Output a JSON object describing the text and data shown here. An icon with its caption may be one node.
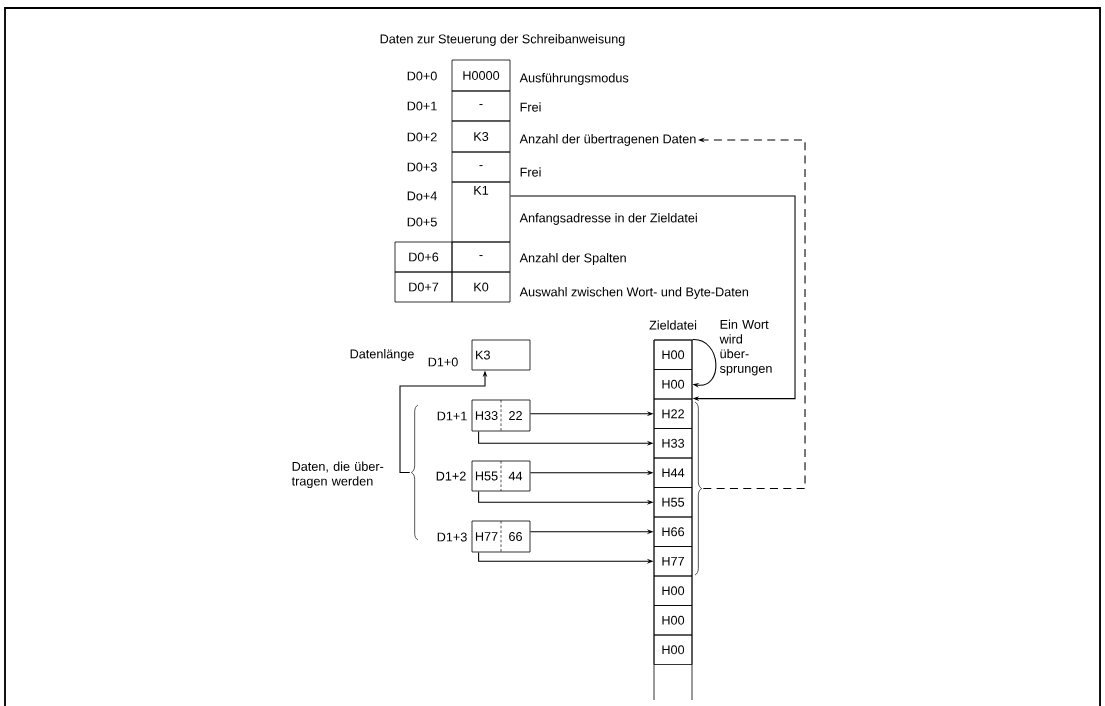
{
  "diagram": {
    "title": "Daten zur Steuerung der Schreibanweisung",
    "nodes": [
      {
        "text": [
          "H0000"
        ],
        "beside": [
          "D0+0"
        ]
      },
      {
        "text": [
          "-"
        ],
        "beside": [
          "D0+1"
        ]
      },
      {
        "text": [
          "K3"
        ],
        "beside": [
          "D0+2"
        ]
      },
      {
        "text": [
          "Anzahl der übertragenen Daten"
        ]
      },
      {
        "text": [
          "-"
        ],
        "beside": [
          "D0+3"
        ]
      },
      {
        "text": [
          "K1"
        ],
        "beside": [
          "Do+4",
          "D0+5"
        ]
      },
      {
        "text": [
          "D0+6"
        ]
      },
      {
        "text": [
          "-"
        ]
      },
      {
        "text": [
          "D0+7"
        ]
      },
      {
        "text": [
          "K0"
        ]
      },
      {
        "text": [
          "Zieldatei"
        ]
      },
      {
        "text": [
          "H00"
        ],
        "in": 10
      },
      {
        "text": [
          "H00"
        ],
        "in": 10
      },
      {
        "text": [
          "H22"
        ],
        "in": 10
      },
      {
        "text": [
          "H33"
        ],
        "in": 10
      },
      {
        "text": [
          "H44"
        ],
        "in": 10
      },
      {
        "text": [
          "H55"
        ],
        "in": 10
      },
      {
        "text": [
          "H66"
        ],
        "in": 10
      },
      {
        "text": [
          "H77"
        ],
        "in": 10
      },
      {
        "text": [
          "H00"
        ],
        "in": 10
      },
      {
        "text": [
          "H00"
        ],
        "in": 10
      },
      {
        "text": [
          "H00"
        ],
        "in": 10
      },
      {
        "text": [
          "K3"
        ],
        "beside": [
          "D1+0"
        ]
      },
      {
        "text": [
          "H33",
          "22"
        ],
        "beside": [
          "D1+1"
        ]
      },
      {
        "text": [
          "H55",
          "44"
        ],
        "beside": [
          "D1+2"
        ]
      },
      {
        "text": [
          "H77",
          "66"
        ],
        "beside": [
          "D1+3"
        ]
      },
      {
        "text": [],
        "shape": "bracket"
      },
      {
        "text": [],
        "shape": "bracket"
      }
    ],
    "edges": [
      {
        "from": 5,
        "to": 13,
        "arrow": "to"
      },
      {
        "from": 27,
        "to": 3,
        "arrow": "to",
        "style": "dashed"
      },
      {
        "from": 11,
        "to": 12,
        "arrow": "to"
      },
      {
        "from": 26,
        "to": 22,
        "arrow": "to"
      },
      {
        "from": 23,
        "to": 13,
        "arrow": "to"
      },
      {
        "from": 23,
        "to": 14,
        "arrow": "to"
      },
      {
        "from": 24,
        "to": 15,
        "arrow": "to"
      },
      {
        "from": 24,
        "to": 16,
        "arrow": "to"
      },
      {
        "from": 25,
        "to": 17,
        "arrow": "to"
      },
      {
        "from": 25,
        "to": 18,
        "arrow": "to"
      }
    ],
    "labels": [
      "Ausführungsmodus",
      "Frei",
      "Frei",
      "Anfangsadresse in der Zieldatei",
      "Anzahl der Spalten",
      "Auswahl zwischen Wort- und Byte-Daten",
      "Ein Wort wird über- sprungen",
      "Datenlänge",
      "Daten, die über- tragen werden"
    ]
  }
}
